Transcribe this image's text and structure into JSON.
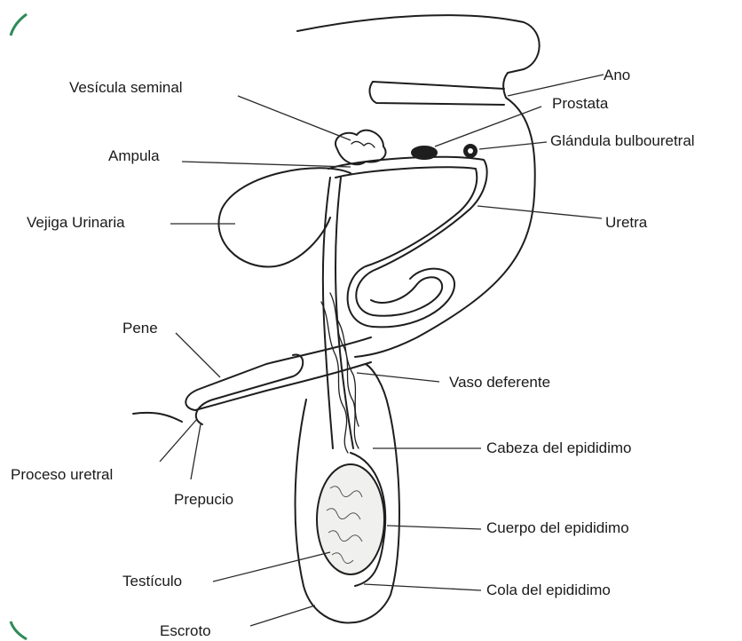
{
  "labels": {
    "ano": "Ano",
    "prostata": "Prostata",
    "vesicula_seminal": "Vesícula seminal",
    "glandula_bulbouretral": "Glándula bulbouretral",
    "ampula": "Ampula",
    "vejiga_urinaria": "Vejiga Urinaria",
    "uretra": "Uretra",
    "pene": "Pene",
    "vaso_deferente": "Vaso deferente",
    "cabeza_epididimo": "Cabeza del epididimo",
    "proceso_uretral": "Proceso uretral",
    "prepucio": "Prepucio",
    "cuerpo_epididimo": "Cuerpo del epididimo",
    "testiculo": "Testículo",
    "cola_epididimo": "Cola del epididimo",
    "escroto": "Escroto"
  },
  "colors": {
    "line": "#1e1e1e",
    "corner_accent": "#2e8b57"
  }
}
